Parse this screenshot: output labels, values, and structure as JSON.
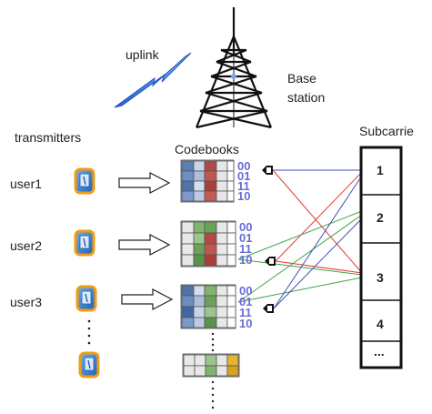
{
  "labels": {
    "uplink": "uplink",
    "base_station": [
      "Base",
      "station"
    ],
    "transmitters": "transmitters",
    "codebooks": "Codebooks",
    "subcarriers": "Subcarrie"
  },
  "users": [
    {
      "label": "user1",
      "codewords": [
        "00",
        "01",
        "11",
        "10"
      ]
    },
    {
      "label": "user2",
      "codewords": [
        "00",
        "01",
        "11",
        "10"
      ]
    },
    {
      "label": "user3",
      "codewords": [
        "00",
        "01",
        "11",
        "10"
      ]
    }
  ],
  "subcarriers": [
    "1",
    "2",
    "3",
    "4",
    "..."
  ],
  "colors": {
    "user1_link": "#e53935",
    "user2_link": "#43a047",
    "user3_link": "#3f51b5",
    "codeword_text": "#6a6ad8",
    "device_border": "#f39c12",
    "device_fill": "#2f7fd1"
  },
  "icons": [
    "tower-icon",
    "lightning-icon",
    "phone-icon",
    "arrow-icon",
    "pointer-icon"
  ]
}
